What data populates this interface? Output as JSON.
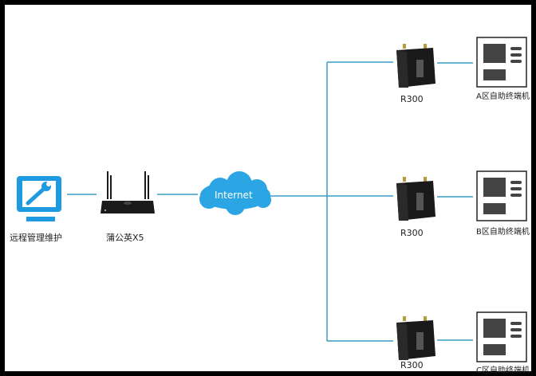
{
  "colors": {
    "link": "#3a9cc4",
    "accent": "#1e9be0",
    "cloud": "#2ba5e3",
    "device": "#1a1a1a"
  },
  "nodes": {
    "admin": {
      "label": "远程管理维护",
      "icon": "monitor-wrench-icon"
    },
    "gateway": {
      "label": "蒲公英X5",
      "icon": "router-icon"
    },
    "internet": {
      "label": "Internet",
      "icon": "cloud-icon"
    },
    "branches": [
      {
        "router": "R300",
        "terminal": "A区自助终端机"
      },
      {
        "router": "R300",
        "terminal": "B区自助终端机"
      },
      {
        "router": "R300",
        "terminal": "C区自助终端机"
      }
    ]
  }
}
